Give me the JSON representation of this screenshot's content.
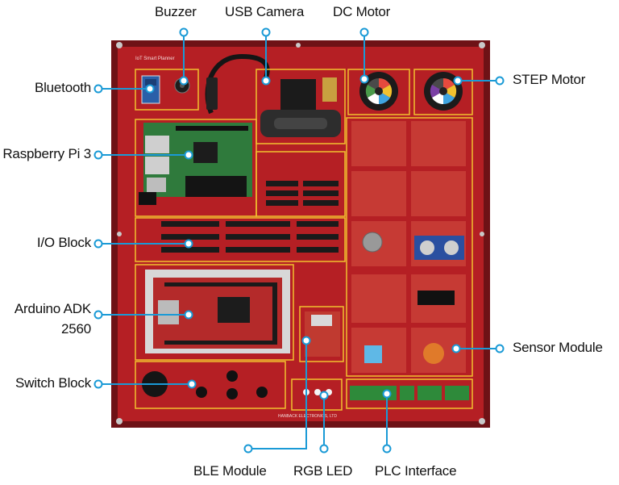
{
  "board": {
    "title": "IoT Smart Planner",
    "footer": "HANBACK ELECTRONICS, LTD"
  },
  "labels": {
    "buzzer": "Buzzer",
    "usb_camera": "USB Camera",
    "dc_motor": "DC Motor",
    "bluetooth": "Bluetooth",
    "step_motor": "STEP Motor",
    "raspberry_pi": "Raspberry Pi 3",
    "io_block": "I/O Block",
    "arduino_line1": "Arduino ADK",
    "arduino_line2": "2560",
    "sensor_module": "Sensor Module",
    "switch_block": "Switch Block",
    "ble_module": "BLE Module",
    "rgb_led": "RGB LED",
    "plc_interface": "PLC Interface"
  },
  "colors": {
    "board": "#b51f24",
    "board_dark": "#7e1418",
    "highlight": "#f2c12e",
    "callout": "#1a9ad6",
    "pcb_green": "#2f7a3c",
    "sensor_red": "#c63a34"
  }
}
